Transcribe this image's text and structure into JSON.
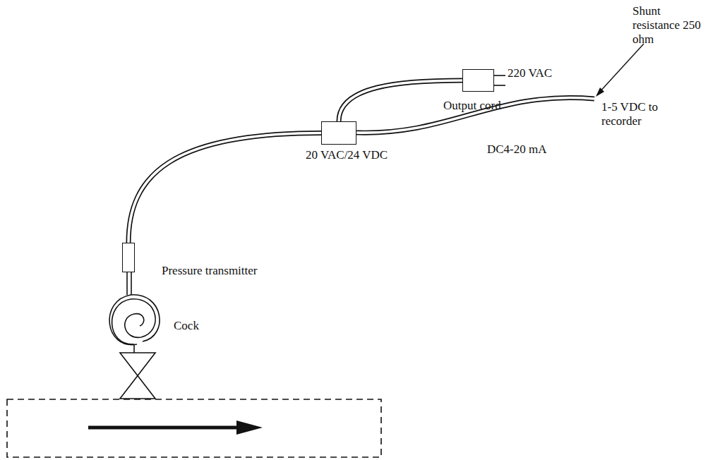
{
  "diagram": {
    "nodes": [
      {
        "text": [
          "Pressure transmitter"
        ]
      },
      {
        "text": [
          "20 VAC/24 VDC"
        ]
      },
      {
        "text": [
          "220 VAC"
        ]
      }
    ],
    "edges": [
      {
        "from": 0,
        "to": 1,
        "arrow": "none"
      },
      {
        "from": 1,
        "to": 2,
        "arrow": "none"
      }
    ],
    "labels": [
      "Cock",
      "Output cord",
      "DC4-20 mA",
      "1-5 VDC to recorder",
      "Shunt resistance 250 ohm"
    ]
  }
}
